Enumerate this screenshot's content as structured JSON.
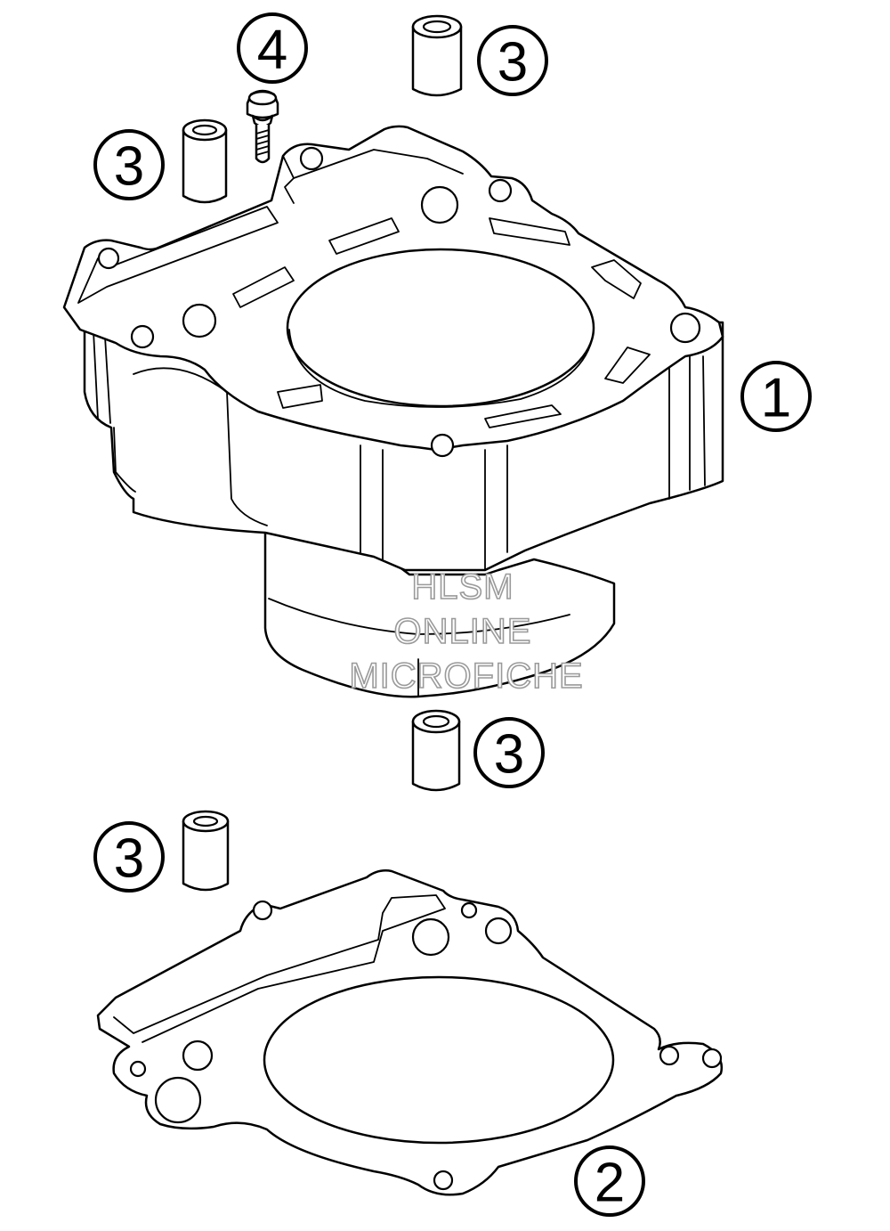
{
  "callouts": {
    "dowel_top_right": "3",
    "bolt": "4",
    "dowel_top_left": "3",
    "cylinder": "1",
    "dowel_middle": "3",
    "dowel_lower_left": "3",
    "gasket": "2"
  },
  "watermark": {
    "line1": "HLSM",
    "line2": "ONLINE",
    "line3": "MICROFICHE"
  },
  "colors": {
    "line": "#000000",
    "background": "#ffffff",
    "watermark": "#9a9a9a"
  }
}
